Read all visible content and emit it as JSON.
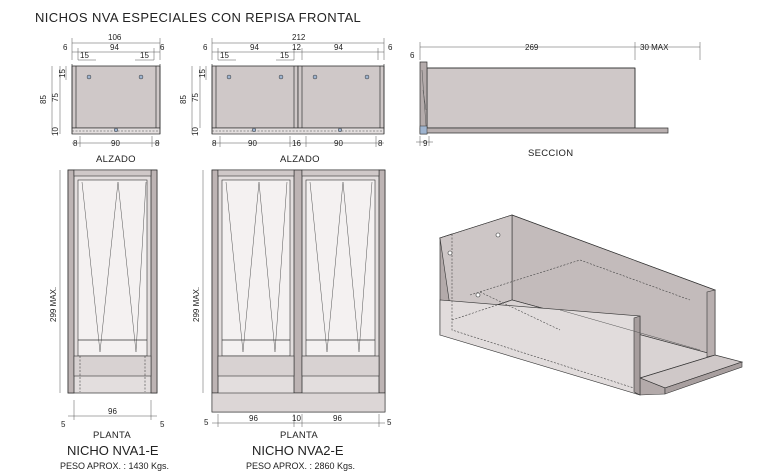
{
  "title": "NICHOS NVA ESPECIALES CON REPISA FRONTAL",
  "elev1": {
    "label": "ALZADO",
    "top_total": "106",
    "top_side_l": "6",
    "top_mid": "94",
    "top_side_r": "6",
    "sub_l": "15",
    "sub_r": "15",
    "h_total": "85",
    "h_inner": "75",
    "h_top": "15",
    "h_base": "10",
    "bot_l": "8",
    "bot_mid": "90",
    "bot_r": "8"
  },
  "elev2": {
    "label": "ALZADO",
    "top_total": "212",
    "top_side_l": "6",
    "top_mid1": "94",
    "top_gap": "12",
    "top_mid2": "94",
    "top_side_r": "6",
    "sub_l": "15",
    "sub_r": "15",
    "h_total": "85",
    "h_inner": "75",
    "h_top": "15",
    "h_base": "10",
    "bot_l": "8",
    "bot_mid1": "90",
    "bot_gap": "16",
    "bot_mid2": "90",
    "bot_r": "8"
  },
  "section": {
    "label": "SECCION",
    "length": "269",
    "max": "30 MAX",
    "side": "6",
    "base": "9"
  },
  "plan1": {
    "label": "PLANTA",
    "height": "299 MAX.",
    "width": "96",
    "side_l": "5",
    "side_r": "5",
    "name": "NICHO  NVA1-E",
    "weight": "PESO APROX. : 1430 Kgs."
  },
  "plan2": {
    "label": "PLANTA",
    "height": "299 MAX.",
    "w1": "96",
    "gap": "10",
    "w2": "96",
    "side_l": "5",
    "side_r": "5",
    "name": "NICHO  NVA2-E",
    "weight": "PESO APROX. : 2860 Kgs."
  }
}
